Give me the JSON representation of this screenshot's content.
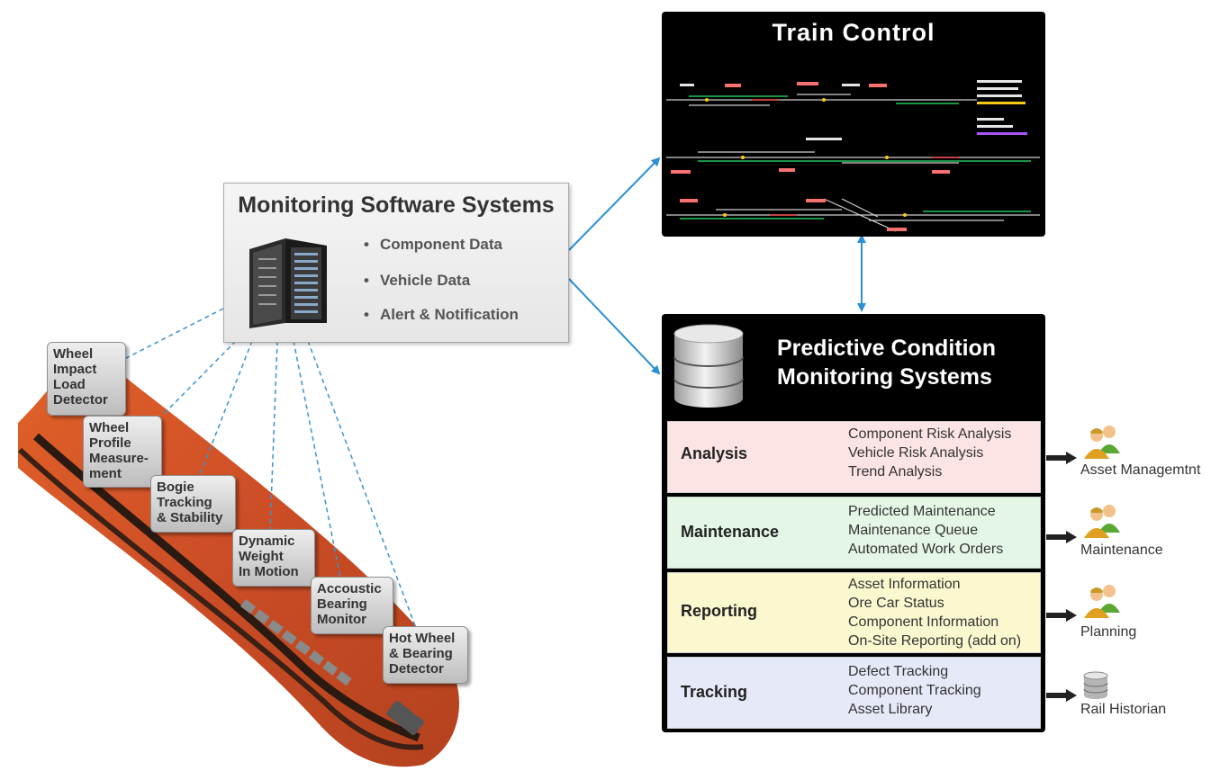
{
  "monitoring": {
    "title": "Monitoring Software Systems",
    "bullets": [
      "Component Data",
      "Vehicle Data",
      "Alert & Notification"
    ]
  },
  "train_control": {
    "title": "Train Control"
  },
  "predictive": {
    "title_line1": "Predictive Condition",
    "title_line2": "Monitoring Systems",
    "bands": [
      {
        "label": "Analysis",
        "color": "#fce4e4",
        "items": [
          "Component Risk Analysis",
          "Vehicle Risk Analysis",
          "Trend Analysis"
        ],
        "output": "Asset Managemtnt",
        "output_icon": "users-icon"
      },
      {
        "label": "Maintenance",
        "color": "#e4f7e4",
        "items": [
          "Predicted Maintenance",
          "Maintenance Queue",
          "Automated Work Orders"
        ],
        "output": "Maintenance",
        "output_icon": "users-icon"
      },
      {
        "label": "Reporting",
        "color": "#fbf8cf",
        "items": [
          "Asset Information",
          "Ore Car Status",
          "Component Information",
          "On-Site Reporting (add on)"
        ],
        "output": "Planning",
        "output_icon": "users-icon"
      },
      {
        "label": "Tracking",
        "color": "#e6e9f8",
        "items": [
          "Defect Tracking",
          "Component Tracking",
          "Asset Library"
        ],
        "output": "Rail Historian",
        "output_icon": "database-icon"
      }
    ]
  },
  "sensors": [
    {
      "lines": [
        "Wheel",
        "Impact",
        "Load",
        "Detector"
      ]
    },
    {
      "lines": [
        "Wheel",
        "Profile",
        "Measure-",
        "ment"
      ]
    },
    {
      "lines": [
        "Bogie",
        "Tracking",
        "& Stability"
      ]
    },
    {
      "lines": [
        "Dynamic",
        "Weight",
        "In Motion"
      ]
    },
    {
      "lines": [
        "Accoustic",
        "Bearing",
        "Monitor"
      ]
    },
    {
      "lines": [
        "Hot Wheel",
        "& Bearing",
        "Detector"
      ]
    }
  ],
  "colors": {
    "connector": "#2b8fd6",
    "dashed": "#3a93d0",
    "panel": "#000000"
  }
}
